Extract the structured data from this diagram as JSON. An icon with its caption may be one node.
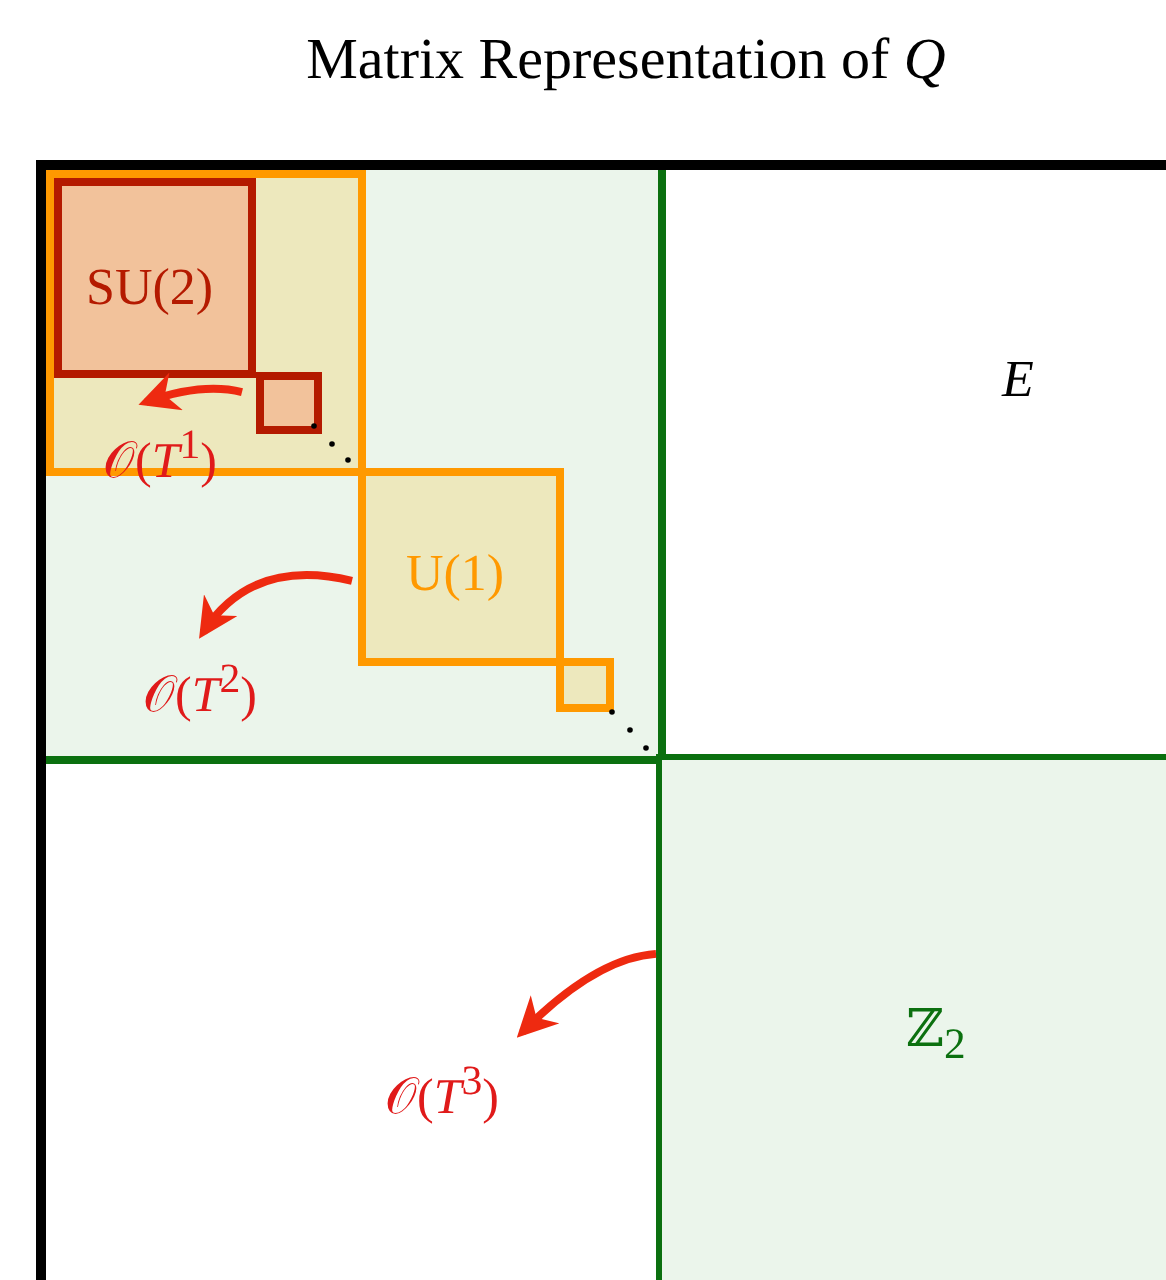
{
  "diagram": {
    "title": "Matrix Representation of *Q*",
    "nodes": [
      {
        "text": [],
        "shape": "box"
      },
      {
        "text": [],
        "shape": "box",
        "in": 0
      },
      {
        "text": [
          "SU(2)"
        ],
        "in": 1
      },
      {
        "text": [],
        "shape": "box",
        "in": 1
      },
      {
        "text": [
          "𝒪(*T*$^{1}$)"
        ],
        "in": 1
      },
      {
        "text": [
          "U(1)"
        ],
        "in": 0
      },
      {
        "text": [],
        "shape": "box",
        "in": 0
      },
      {
        "text": [
          "𝒪(*T*$^{2}$)"
        ],
        "in": 0
      },
      {
        "text": [
          "E"
        ]
      },
      {
        "text": [],
        "shape": "box"
      },
      {
        "text": [
          "𝒪(*T*$^{3}$)"
        ],
        "in": 9
      },
      {
        "text": [
          "ℤ$_{2}$"
        ]
      }
    ],
    "edges": [
      {
        "from": 3,
        "to": 4,
        "arrow": "to",
        "color": "#ee2a10"
      },
      {
        "from": 5,
        "to": 7,
        "arrow": "to",
        "color": "#ee2a10"
      },
      {
        "from": 11,
        "to": 10,
        "arrow": "to",
        "color": "#ee2a10"
      }
    ]
  }
}
